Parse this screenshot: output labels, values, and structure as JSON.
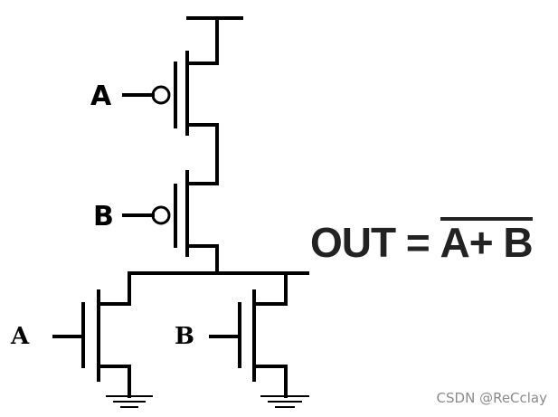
{
  "circuit": {
    "pmos_a_input": "A",
    "pmos_b_input": "B",
    "nmos_a_input": "A",
    "nmos_b_input": "B"
  },
  "equation": {
    "lhs": "OUT = ",
    "rhs": "A+ B"
  },
  "watermark": "CSDN @ReCclay",
  "colors": {
    "ink": "#000000",
    "equation": "#222222",
    "watermark": "#8a8a8a"
  }
}
